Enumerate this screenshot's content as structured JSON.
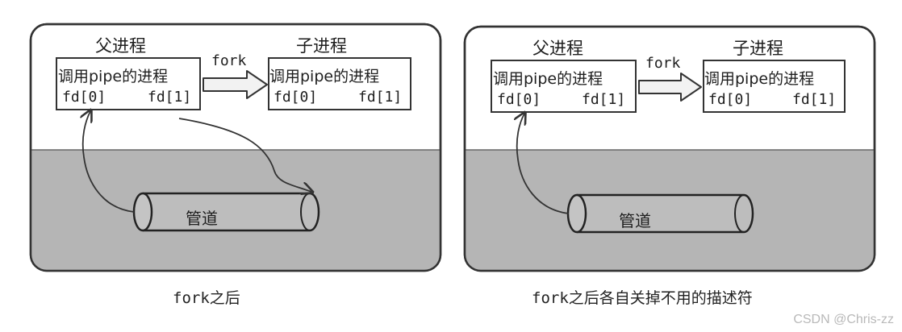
{
  "panels": [
    {
      "parent_title": "父进程",
      "child_title": "子进程",
      "fork_label": "fork",
      "parent_box_title": "调用pipe的进程",
      "parent_fd0": "fd[0]",
      "parent_fd1": "fd[1]",
      "child_box_title": "调用pipe的进程",
      "child_fd0": "fd[0]",
      "child_fd1": "fd[1]",
      "pipe_label": "管道",
      "caption": "fork之后"
    },
    {
      "parent_title": "父进程",
      "child_title": "子进程",
      "fork_label": "fork",
      "parent_box_title": "调用pipe的进程",
      "parent_fd0": "fd[0]",
      "parent_fd1": "fd[1]",
      "child_box_title": "调用pipe的进程",
      "child_fd0": "fd[0]",
      "child_fd1": "fd[1]",
      "pipe_label": "管道",
      "caption": "fork之后各自关掉不用的描述符"
    }
  ],
  "watermark": "CSDN @Chris-zz",
  "colors": {
    "panel_fill": "#ffffff",
    "lower_fill": "#b5b5b5",
    "stroke": "#333333"
  }
}
